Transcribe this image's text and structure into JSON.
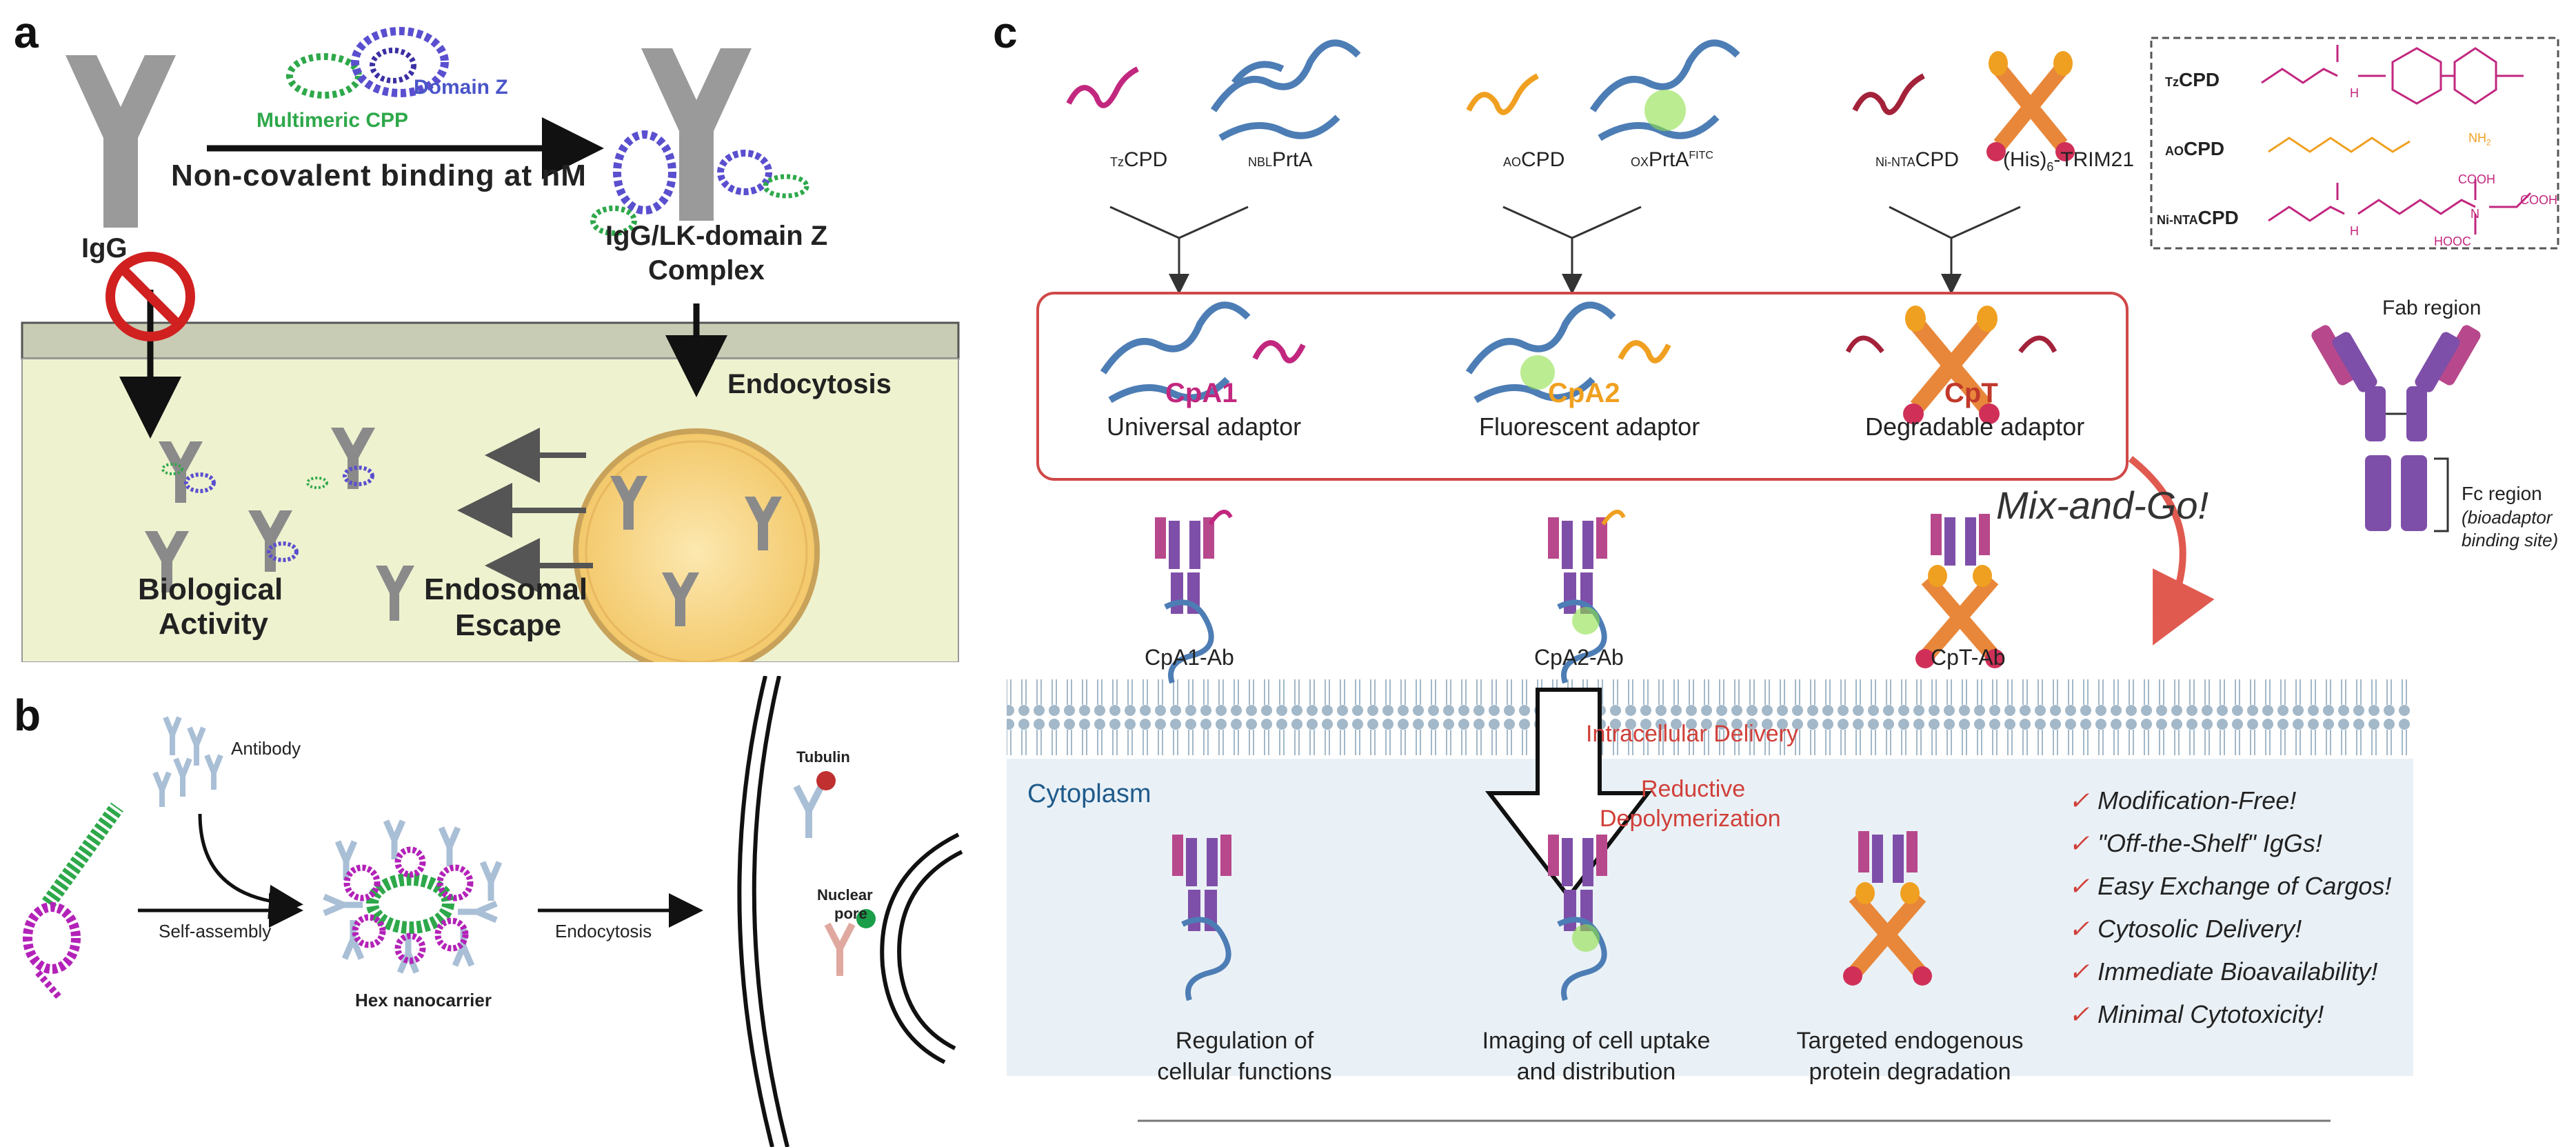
{
  "panel_a": {
    "letter": "a",
    "igg": "IgG",
    "multimeric_cpp": "Multimeric CPP",
    "domain_z": "Domain Z",
    "binding": "Non-covalent binding at nM",
    "complex_line1": "IgG/LK-domain Z",
    "complex_line2": "Complex",
    "endocytosis": "Endocytosis",
    "bio_line1": "Biological",
    "bio_line2": "Activity",
    "escape_line1": "Endosomal",
    "escape_line2": "Escape"
  },
  "panel_b": {
    "letter": "b",
    "antibody": "Antibody",
    "self_assembly": "Self-assembly",
    "hex": "Hex nanocarrier",
    "endocytosis": "Endocytosis",
    "tubulin": "Tubulin",
    "nuclear_line1": "Nuclear",
    "nuclear_line2": "pore"
  },
  "panel_c": {
    "letter": "c",
    "top": {
      "tz_sub": "Tz",
      "tz_main": "CPD",
      "nbl_sub": "NBL",
      "nbl_main": "PrtA",
      "ao_sub": "AO",
      "ao_main": "CPD",
      "ox_sub": "OX",
      "ox_main": "PrtA",
      "ox_sup": "FITC",
      "ni_sub": "Ni-NTA",
      "ni_main": "CPD",
      "his": "(His)",
      "his_sub": "6",
      "trim": "-TRIM21"
    },
    "adaptors": [
      {
        "name": "CpA1",
        "desc": "Universal adaptor",
        "color": "#c2277f"
      },
      {
        "name": "CpA2",
        "desc": "Fluorescent adaptor",
        "color": "#f0a020"
      },
      {
        "name": "CpT",
        "desc": "Degradable adaptor",
        "color": "#c0392b"
      }
    ],
    "complexes": [
      "CpA1-Ab",
      "CpA2-Ab",
      "CpT-Ab"
    ],
    "mix_and_go": "Mix-and-Go!",
    "chem": [
      {
        "sub": "Tz",
        "main": "CPD"
      },
      {
        "sub": "AO",
        "main": "CPD"
      },
      {
        "sub": "Ni-NTA",
        "main": "CPD"
      }
    ],
    "chem_labels": {
      "cooh1": "COOH",
      "cooh2": "COOH",
      "hooc": "HOOC",
      "nh2": "NH",
      "nh2_sub": "2",
      "n": "N",
      "h1": "H",
      "h2": "H"
    },
    "fab": "Fab region",
    "fc": "Fc region",
    "bio_line1": "(bioadaptor",
    "bio_line2": "binding site)",
    "intracellular": "Intracellular Delivery",
    "reductive_line1": "Reductive",
    "reductive_line2": "Depolymerization",
    "cytoplasm": "Cytoplasm",
    "outcomes": [
      {
        "line1": "Regulation of",
        "line2": "cellular functions"
      },
      {
        "line1": "Imaging of cell uptake",
        "line2": "and distribution"
      },
      {
        "line1": "Targeted endogenous",
        "line2": "protein degradation"
      }
    ],
    "features": [
      "Modification-Free!",
      "\"Off-the-Shelf\" IgGs!",
      "Easy Exchange of Cargos!",
      "Cytosolic Delivery!",
      "Immediate Bioavailability!",
      "Minimal Cytotoxicity!"
    ],
    "check": "✓"
  }
}
